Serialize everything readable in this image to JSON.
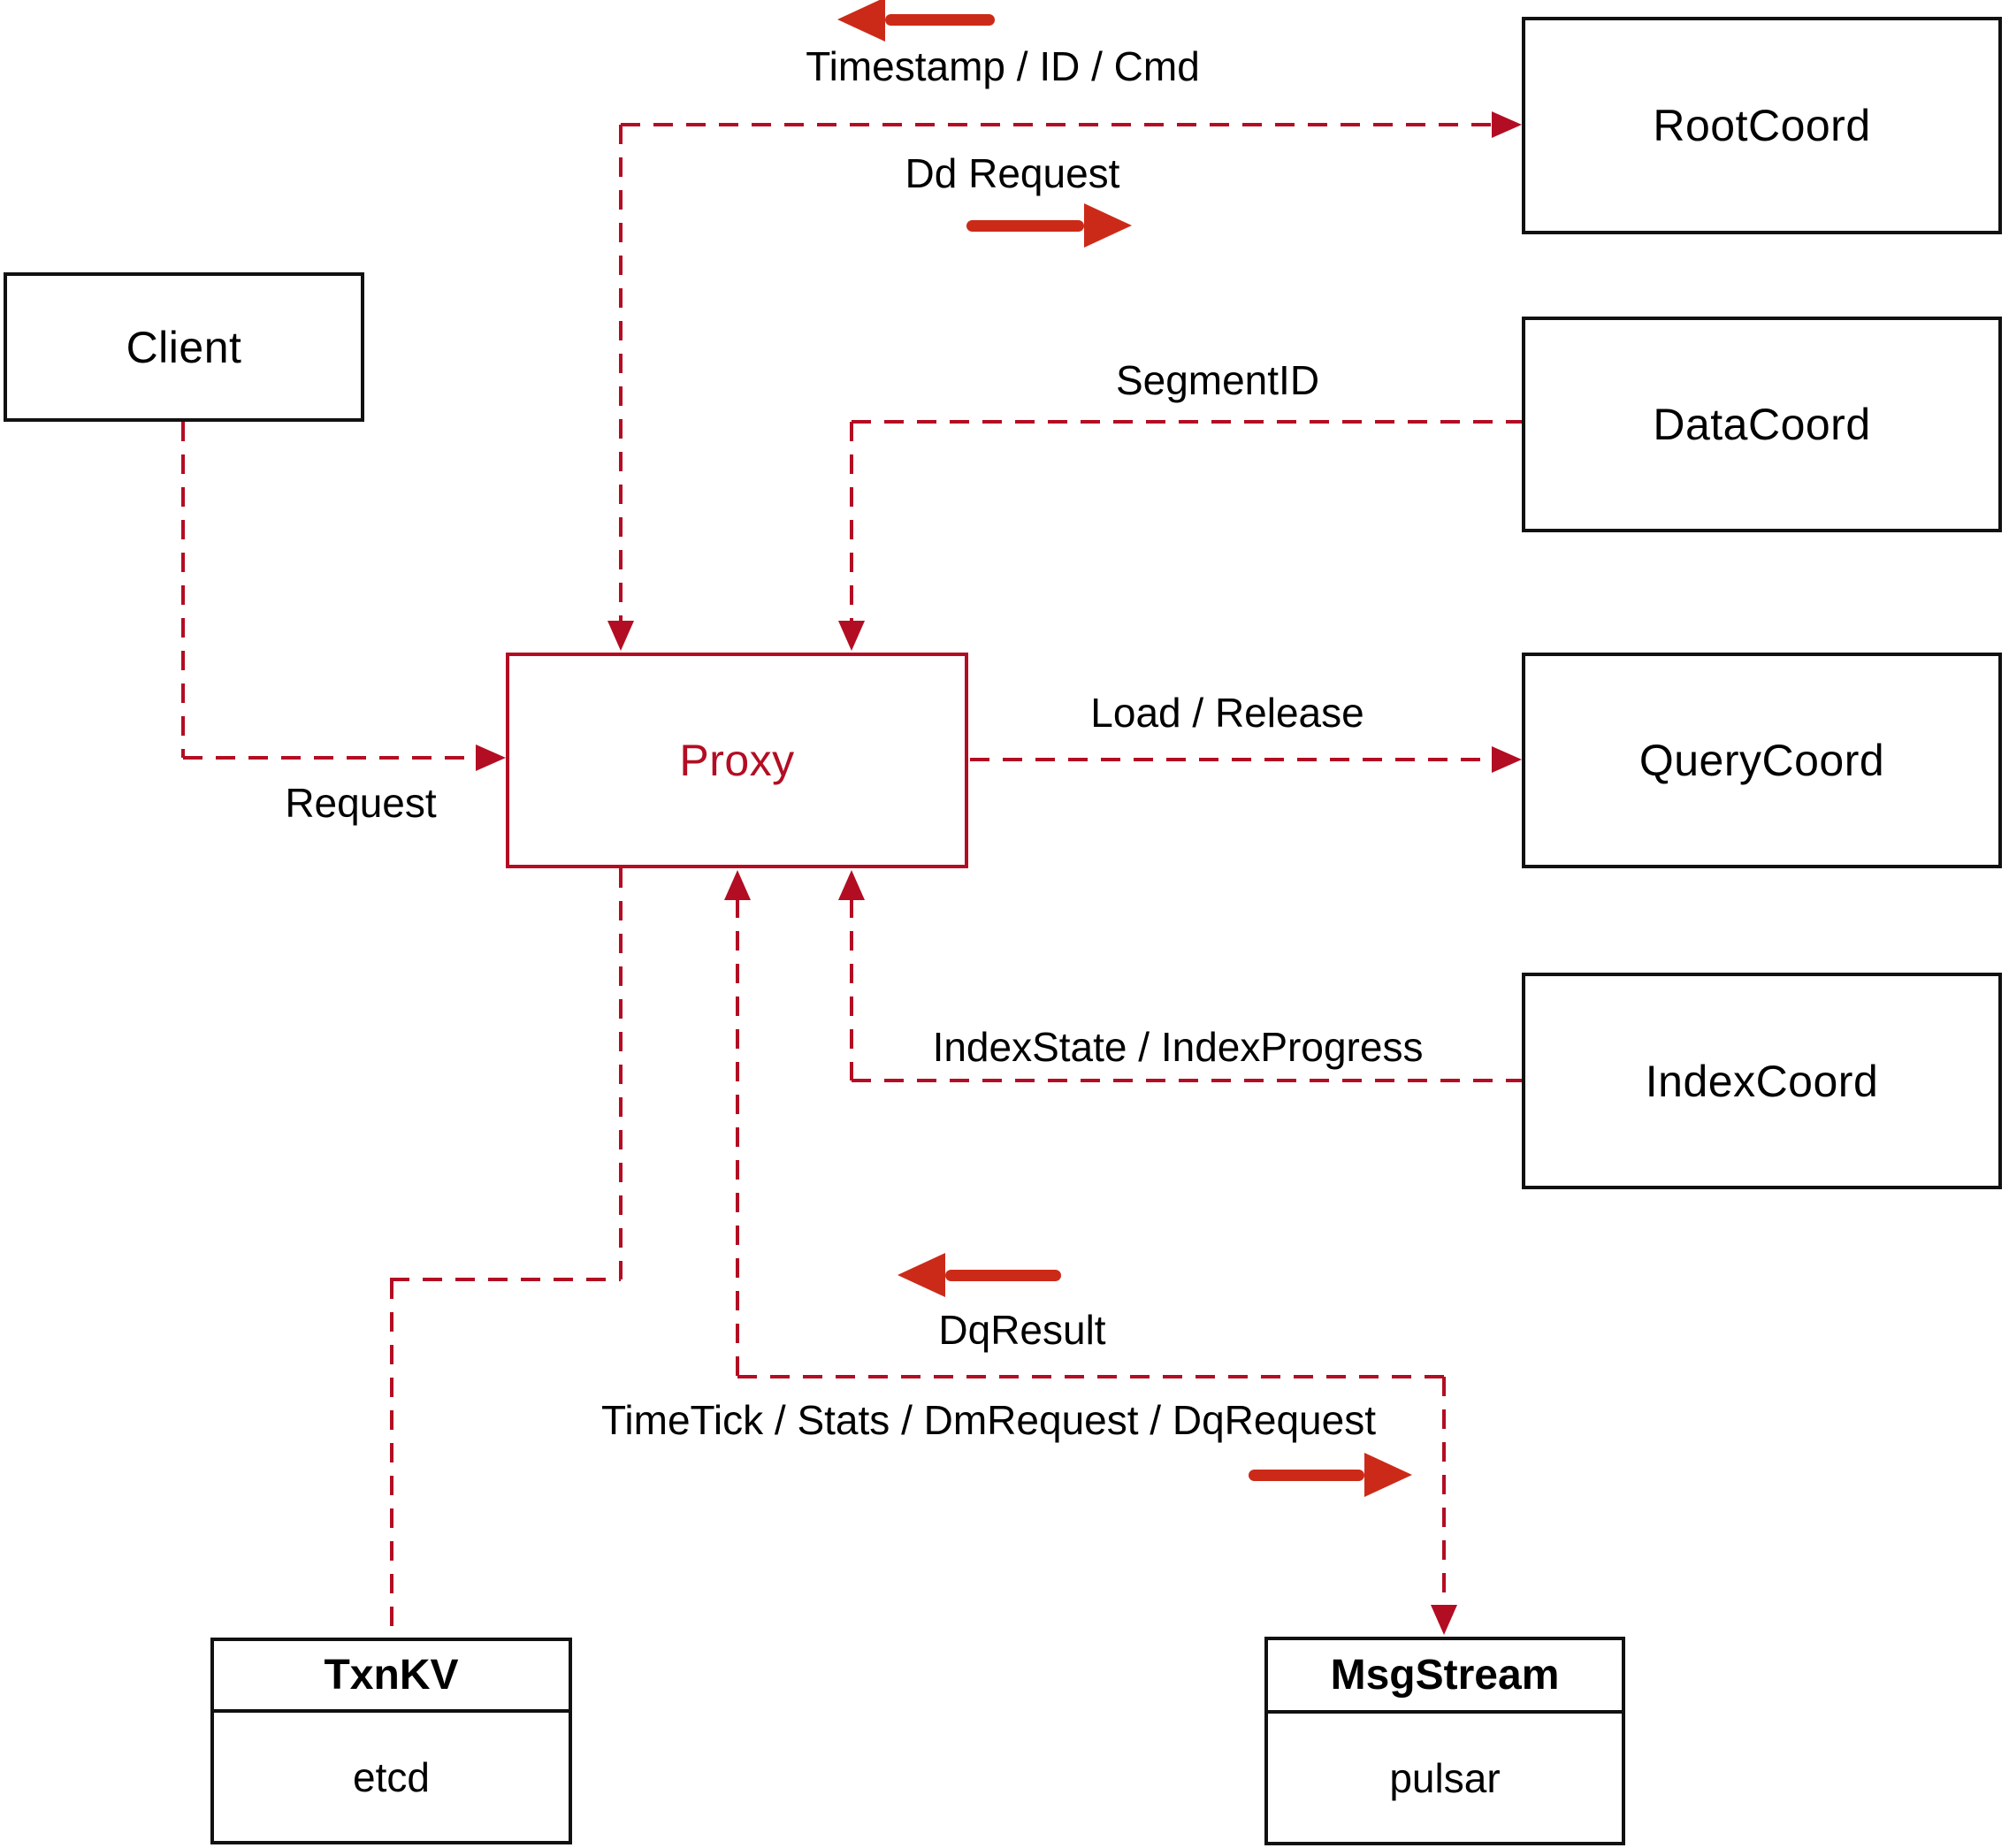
{
  "diagram": {
    "nodes": {
      "client": {
        "label": "Client"
      },
      "proxy": {
        "label": "Proxy"
      },
      "rootcoord": {
        "label": "RootCoord"
      },
      "datacoord": {
        "label": "DataCoord"
      },
      "querycoord": {
        "label": "QueryCoord"
      },
      "indexcoord": {
        "label": "IndexCoord"
      },
      "txnkv": {
        "title": "TxnKV",
        "subtitle": "etcd"
      },
      "msgstream": {
        "title": "MsgStream",
        "subtitle": "pulsar"
      }
    },
    "edge_labels": {
      "timestamp": "Timestamp / ID / Cmd",
      "dd_request": "Dd Request",
      "segment_id": "SegmentID",
      "load_release": "Load / Release",
      "index_state": "IndexState / IndexProgress",
      "request": "Request",
      "dq_result": "DqResult",
      "timetick": "TimeTick / Stats / DmRequest / DqRequest"
    },
    "colors": {
      "connector": "#b30d23",
      "arrow": "#cc2a18",
      "box-border": "#111111",
      "text": "#000000"
    }
  }
}
